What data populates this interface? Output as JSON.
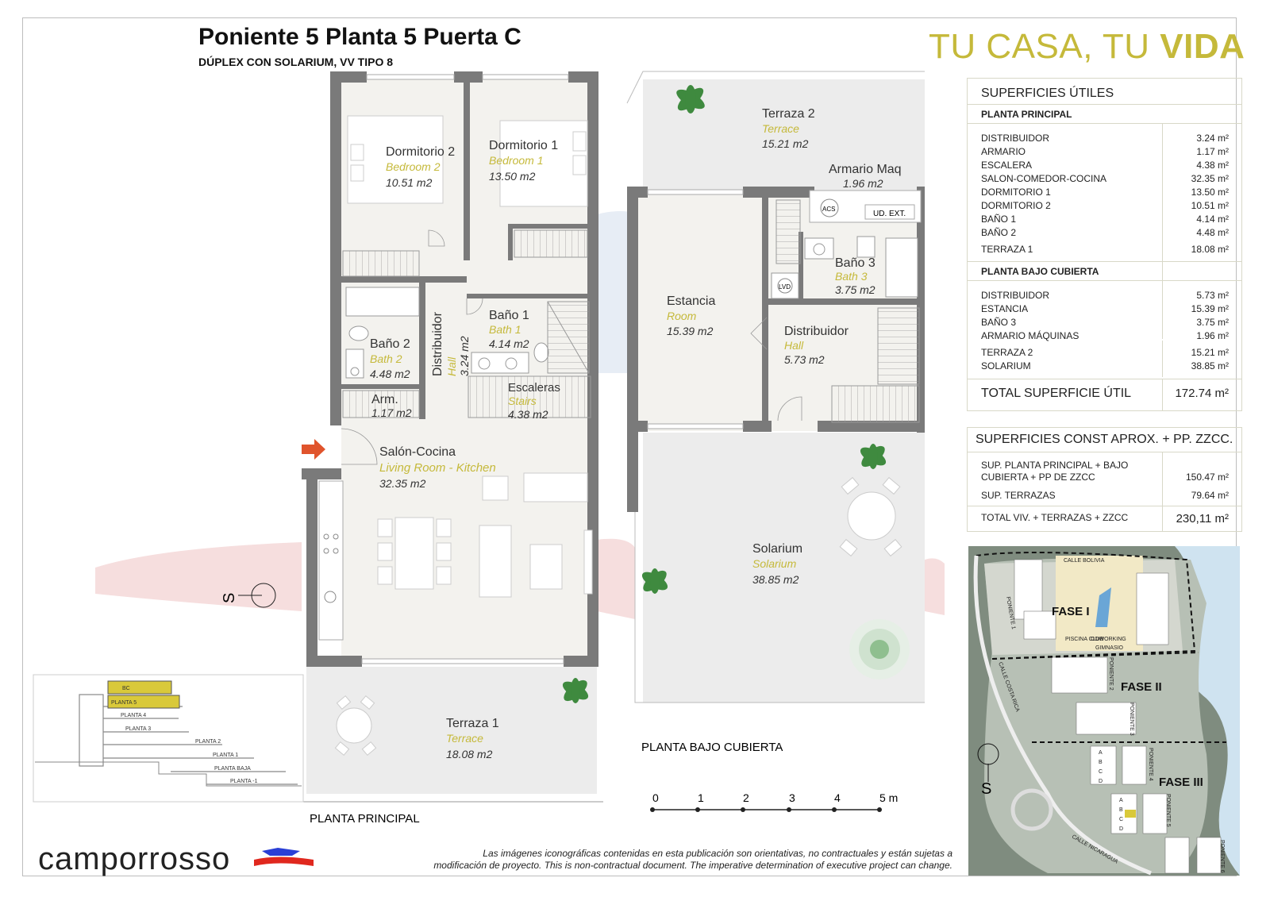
{
  "header": {
    "title": "Poniente 5 Planta 5 Puerta C",
    "subtitle": "DÚPLEX CON SOLARIUM, VV TIPO 8",
    "slogan_a": "TU CASA,",
    "slogan_b": "TU",
    "slogan_c": "VIDA"
  },
  "plans": {
    "main_label": "PLANTA PRINCIPAL",
    "upper_label": "PLANTA BAJO CUBIERTA",
    "compass": "S",
    "scale": [
      "0",
      "1",
      "2",
      "3",
      "4",
      "5 m"
    ]
  },
  "rooms": {
    "dorm2": {
      "es": "Dormitorio 2",
      "en": "Bedroom 2",
      "area": "10.51 m2"
    },
    "dorm1": {
      "es": "Dormitorio 1",
      "en": "Bedroom 1",
      "area": "13.50 m2"
    },
    "bano2": {
      "es": "Baño 2",
      "en": "Bath 2",
      "area": "4.48 m2"
    },
    "dist_main": {
      "es": "Distribuidor",
      "en": "Hall",
      "area": "3.24 m2"
    },
    "bano1": {
      "es": "Baño 1",
      "en": "Bath 1",
      "area": "4.14 m2"
    },
    "arm": {
      "es": "Arm.",
      "area": "1.17 m2"
    },
    "escaleras": {
      "es": "Escaleras",
      "en": "Stairs",
      "area": "4.38 m2"
    },
    "salon": {
      "es": "Salón-Cocina",
      "en": "Living Room - Kitchen",
      "area": "32.35 m2"
    },
    "terraza1": {
      "es": "Terraza 1",
      "en": "Terrace",
      "area": "18.08 m2"
    },
    "terraza2": {
      "es": "Terraza 2",
      "en": "Terrace",
      "area": "15.21 m2"
    },
    "armario_maq": {
      "es": "Armario Maq",
      "area": "1.96 m2"
    },
    "estancia": {
      "es": "Estancia",
      "en": "Room",
      "area": "15.39 m2"
    },
    "bano3": {
      "es": "Baño 3",
      "en": "Bath 3",
      "area": "3.75 m2"
    },
    "dist_upper": {
      "es": "Distribuidor",
      "en": "Hall",
      "area": "5.73 m2"
    },
    "solarium": {
      "es": "Solarium",
      "en": "Solarium",
      "area": "38.85 m2"
    },
    "tags": {
      "acs": "ACS",
      "ud": "UD. EXT.",
      "lvd": "LVD"
    }
  },
  "superficies": {
    "title": "SUPERFICIES ÚTILES",
    "principal_header": "PLANTA PRINCIPAL",
    "principal": [
      {
        "label": "DISTRIBUIDOR",
        "value": "3.24 m²"
      },
      {
        "label": "ARMARIO",
        "value": "1.17 m²"
      },
      {
        "label": "ESCALERA",
        "value": "4.38 m²"
      },
      {
        "label": "SALON-COMEDOR-COCINA",
        "value": "32.35 m²"
      },
      {
        "label": "DORMITORIO 1",
        "value": "13.50 m²"
      },
      {
        "label": "DORMITORIO 2",
        "value": "10.51 m²"
      },
      {
        "label": "BAÑO 1",
        "value": "4.14 m²"
      },
      {
        "label": "BAÑO 2",
        "value": "4.48 m²"
      }
    ],
    "terraza1": {
      "label": "TERRAZA 1",
      "value": "18.08 m²"
    },
    "bajo_header": "PLANTA BAJO CUBIERTA",
    "bajo": [
      {
        "label": "DISTRIBUIDOR",
        "value": "5.73 m²"
      },
      {
        "label": "ESTANCIA",
        "value": "15.39 m²"
      },
      {
        "label": "BAÑO 3",
        "value": "3.75 m²"
      },
      {
        "label": "ARMARIO MÁQUINAS",
        "value": "1.96 m²"
      }
    ],
    "bajo_ext": [
      {
        "label": "TERRAZA 2",
        "value": "15.21 m²"
      },
      {
        "label": "SOLARIUM",
        "value": "38.85 m²"
      }
    ],
    "total_label": "TOTAL SUPERFICIE ÚTIL",
    "total_value": "172.74 m²"
  },
  "construidas": {
    "title": "SUPERFICIES CONST APROX. + PP. ZZCC.",
    "row1_a": "SUP. PLANTA PRINCIPAL + BAJO",
    "row1_b": "CUBIERTA + PP DE ZZCC",
    "row1_value": "150.47 m²",
    "row2_label": "SUP. TERRAZAS",
    "row2_value": "79.64 m²",
    "total_label": "TOTAL VIV. + TERRAZAS + ZZCC",
    "total_value": "230,11 m²"
  },
  "section": {
    "floors": [
      "BC",
      "PLANTA 5",
      "PLANTA 4",
      "PLANTA 3",
      "PLANTA 2",
      "PLANTA 1",
      "PLANTA BAJA",
      "PLANTA -1"
    ]
  },
  "site_map": {
    "fase1": "FASE I",
    "fase2": "FASE II",
    "fase3": "FASE III",
    "calle_bolivia": "CALLE BOLIVIA",
    "calle_costa_rica": "CALLE COSTA RICA",
    "calle_nicaragua": "CALLE NICARAGUA",
    "poniente1": "PONIENTE 1",
    "poniente2": "PONIENTE 2",
    "poniente3": "PONIENTE 3",
    "poniente4": "PONIENTE 4",
    "poniente5": "PONIENTE 5",
    "poniente6": "PONIENTE 6",
    "piscina": "PISCINA CLUB",
    "coworking": "COWORKING",
    "gimnasio": "GIMNASIO",
    "compass": "S",
    "units": [
      "A",
      "B",
      "C",
      "D"
    ]
  },
  "footer": {
    "logo": "camporrosso",
    "disclaimer_1": "Las imágenes iconográficas contenidas en esta publicación son orientativas, no contractuales y están sujetas a",
    "disclaimer_2": "modificación de proyecto. This is non-contractual document. The imperative determination of executive project can change."
  },
  "colors": {
    "accent": "#c5b93a",
    "wall": "#7a7a7a",
    "floor": "#f3f2ee",
    "terrace": "#ececec",
    "arrow": "#e0542c"
  }
}
